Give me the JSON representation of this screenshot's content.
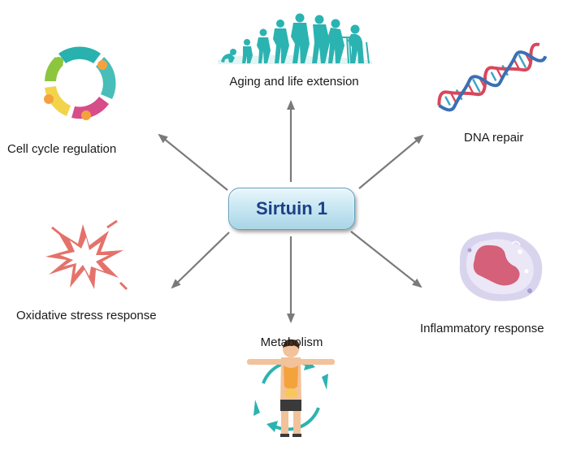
{
  "center": {
    "label": "Sirtuin 1"
  },
  "nodes": [
    {
      "id": "aging",
      "label": "Aging and life extension",
      "icon": "human-evolution-icon"
    },
    {
      "id": "dna",
      "label": "DNA repair",
      "icon": "dna-helix-icon"
    },
    {
      "id": "inflammatory",
      "label": "Inflammatory response",
      "icon": "immune-cell-icon"
    },
    {
      "id": "metabolism",
      "label": "Metabolism",
      "icon": "human-body-cycle-icon"
    },
    {
      "id": "oxidative",
      "label": "Oxidative stress response",
      "icon": "burst-icon"
    },
    {
      "id": "cellcycle",
      "label": "Cell cycle regulation",
      "icon": "cell-cycle-ring-icon"
    }
  ],
  "colors": {
    "hub_text": "#1c3f88",
    "hub_fill": "#c9e7f2",
    "arrow": "#7a7a7a",
    "teal": "#2bb3b1",
    "dna_red": "#d9475b",
    "dna_blue": "#3aa3c8",
    "burst": "#e4726b",
    "cell": "#d4607a",
    "orange": "#f4a23c"
  }
}
